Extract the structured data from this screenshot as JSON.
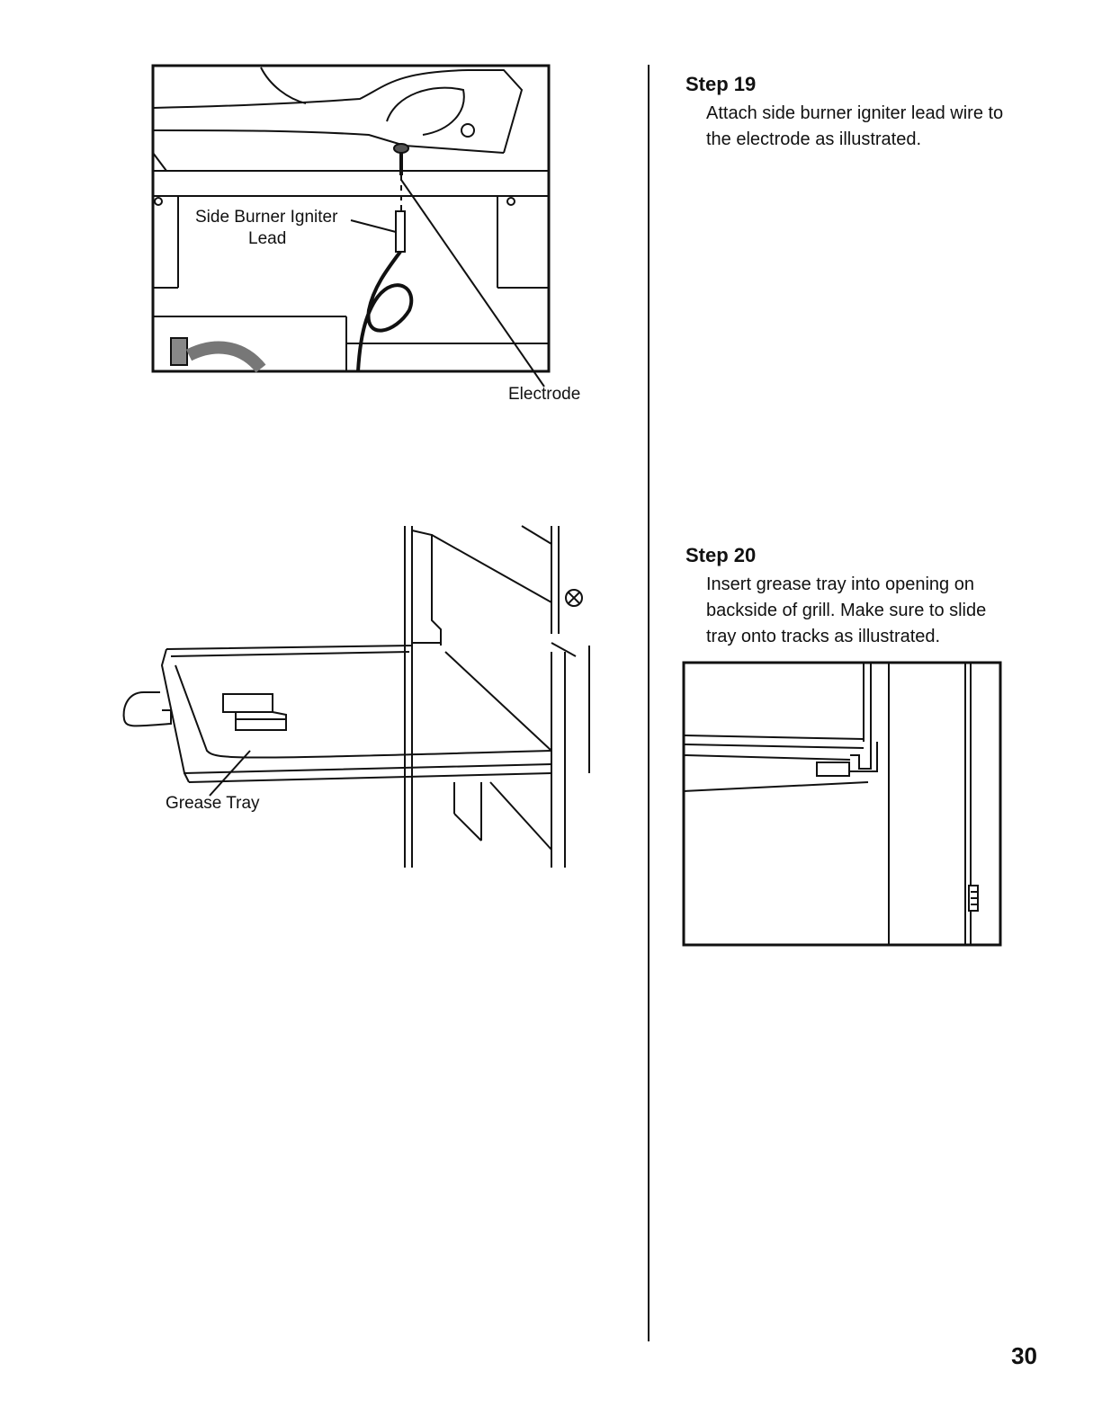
{
  "steps": [
    {
      "title": "Step 19",
      "text": "Attach side burner igniter lead wire to the electrode as illustrated."
    },
    {
      "title": "Step 20",
      "text": "Insert grease tray into opening on backside of grill. Make sure to slide tray onto tracks as illustrated."
    }
  ],
  "figure1": {
    "label_igniter": "Side Burner Igniter",
    "label_lead": "Lead",
    "label_electrode": "Electrode"
  },
  "figure2": {
    "label_grease_tray": "Grease Tray"
  },
  "page_number": "30"
}
